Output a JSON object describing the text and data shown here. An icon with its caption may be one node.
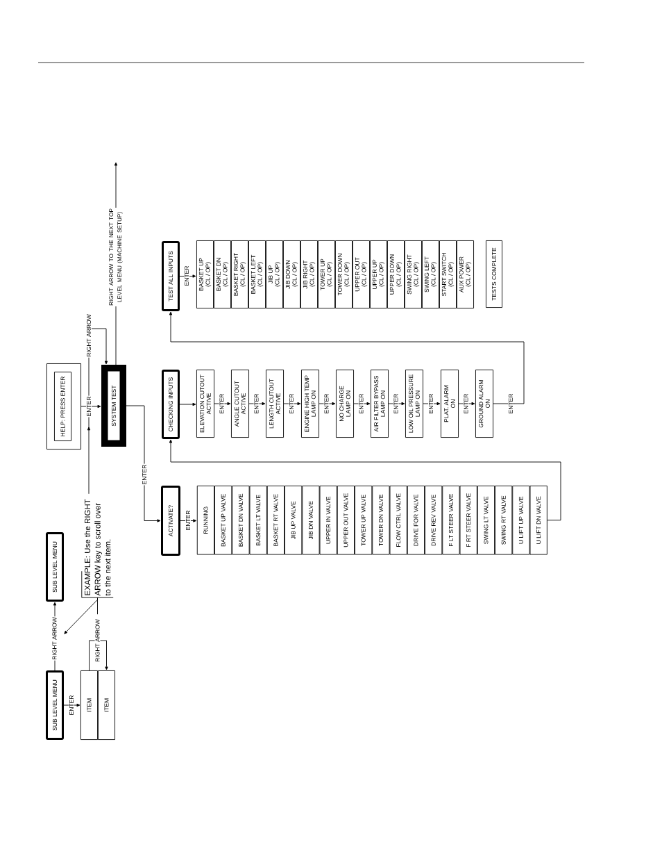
{
  "diagram": {
    "nodes": [
      {
        "text": [
          "SUB LEVEL MENU"
        ]
      },
      {
        "text": [
          "SUB LEVEL MENU"
        ]
      },
      {
        "text": [
          "ITEM"
        ]
      },
      {
        "text": [
          "ITEM"
        ]
      },
      {
        "text": [
          "EXAMPLE: Use the RIGHT ARROW key to scroll over to the next item."
        ]
      },
      {
        "text": [],
        "shape": "box"
      },
      {
        "text": [
          "HELP: PRESS ENTER"
        ],
        "in": 5
      },
      {
        "text": [
          "SYSTEM TEST"
        ]
      },
      {
        "text": [
          "ACTIVATE?"
        ]
      },
      {
        "text": [
          "RUNNING"
        ]
      },
      {
        "text": [
          "BASKET UP VALVE"
        ]
      },
      {
        "text": [
          "BASKET DN VALVE"
        ]
      },
      {
        "text": [
          "BASKET LT VALVE"
        ]
      },
      {
        "text": [
          "BASKET RT VALVE"
        ]
      },
      {
        "text": [
          "JIB UP VALVE"
        ]
      },
      {
        "text": [
          "JIB DN VALVE"
        ]
      },
      {
        "text": [
          "UPPER IN VALVE"
        ]
      },
      {
        "text": [
          "UPPER OUT VALVE"
        ]
      },
      {
        "text": [
          "TOWER UP VALVE"
        ]
      },
      {
        "text": [
          "TOWER DN VALVE"
        ]
      },
      {
        "text": [
          "FLOW CTRL VALVE"
        ]
      },
      {
        "text": [
          "DRIVE FOR VALVE"
        ]
      },
      {
        "text": [
          "DRIVE REV VALVE"
        ]
      },
      {
        "text": [
          "F LT STEER VALVE"
        ]
      },
      {
        "text": [
          "F RT STEER VALVE"
        ]
      },
      {
        "text": [
          "SWING LT VALVE"
        ]
      },
      {
        "text": [
          "SWING RT VALVE"
        ]
      },
      {
        "text": [
          "U LIFT UP VALVE"
        ]
      },
      {
        "text": [
          "U LIFT DN VALVE"
        ]
      },
      {
        "text": [
          "CHECKING INPUTS"
        ]
      },
      {
        "text": [
          "ELEVATION CUTOUT ACTIVE"
        ]
      },
      {
        "text": [
          "ANGLE CUTOUT ACTIVE"
        ]
      },
      {
        "text": [
          "LENGTH CUTOUT ACTIVE"
        ]
      },
      {
        "text": [
          "ENGINE HIGH TEMP LAMP ON"
        ]
      },
      {
        "text": [
          "NO CHARGE LAMP ON"
        ]
      },
      {
        "text": [
          "AIR FILTER BYPASS LAMP ON"
        ]
      },
      {
        "text": [
          "LOW OIL PRESSURE LAMP ON"
        ]
      },
      {
        "text": [
          "PLAT. ALARM ON"
        ]
      },
      {
        "text": [
          "GROUND ALARM ON"
        ]
      },
      {
        "text": [
          "TEST ALL INPUTS"
        ]
      },
      {
        "text": [
          "BASKET UP (CL / OP)"
        ]
      },
      {
        "text": [
          "BASKET DN (CL / OP)"
        ]
      },
      {
        "text": [
          "BASKET RIGHT (CL / OP)"
        ]
      },
      {
        "text": [
          "BASKET LEFT (CL / OP)"
        ]
      },
      {
        "text": [
          "JIB UP (CL / OP)"
        ]
      },
      {
        "text": [
          "JIB DOWN (CL / OP)"
        ]
      },
      {
        "text": [
          "JIB RIGHT (CL / OP)"
        ]
      },
      {
        "text": [
          "TOWER UP (CL / OP)"
        ]
      },
      {
        "text": [
          "TOWER DOWN (CL / OP)"
        ]
      },
      {
        "text": [
          "UPPER OUT (CL / OP)"
        ]
      },
      {
        "text": [
          "UPPER UP (CL / OP)"
        ]
      },
      {
        "text": [
          "UPPER DOWN (CL / OP)"
        ]
      },
      {
        "text": [
          "SWING RIGHT (CL / OP)"
        ]
      },
      {
        "text": [
          "SWING LEFT (CL / OP)"
        ]
      },
      {
        "text": [
          "START SWITCH (CL / OP)"
        ]
      },
      {
        "text": [
          "AUX POWER (CL / OP)"
        ]
      },
      {
        "text": [
          "TESTS COMPLETE"
        ]
      }
    ],
    "edges": [
      {
        "from": 0,
        "to": 1,
        "arrow": "to",
        "label": "RIGHT ARROW"
      },
      {
        "from": 0,
        "to": 2,
        "arrow": "to",
        "label": "ENTER"
      },
      {
        "from": 2,
        "to": 3,
        "arrow": "to",
        "label": "RIGHT ARROW"
      },
      {
        "from": 4,
        "to": null,
        "arrow": "to"
      },
      {
        "from": 4,
        "to": null,
        "arrow": "none"
      },
      {
        "from": 5,
        "to": 7,
        "arrow": "to",
        "label": "ENTER"
      },
      {
        "from": 4,
        "to": 7,
        "arrow": "to",
        "label": "RIGHT ARROW"
      },
      {
        "from": 7,
        "to": null,
        "arrow": "to",
        "label": "RIGHT ARROW TO THE NEXT TOP LEVEL MENU (MACHINE SETUP)"
      },
      {
        "from": 7,
        "to": 8,
        "arrow": "to",
        "label": "ENTER"
      },
      {
        "from": 8,
        "to": 9,
        "arrow": "to",
        "label": "ENTER"
      },
      {
        "from": 28,
        "to": 29,
        "arrow": "to"
      },
      {
        "from": 29,
        "to": 30,
        "arrow": "to"
      },
      {
        "from": 30,
        "to": 31,
        "arrow": "to",
        "label": "ENTER"
      },
      {
        "from": 31,
        "to": 32,
        "arrow": "to",
        "label": "ENTER"
      },
      {
        "from": 32,
        "to": 33,
        "arrow": "to",
        "label": "ENTER"
      },
      {
        "from": 33,
        "to": 34,
        "arrow": "to",
        "label": "ENTER"
      },
      {
        "from": 34,
        "to": 35,
        "arrow": "to",
        "label": "ENTER"
      },
      {
        "from": 35,
        "to": 36,
        "arrow": "to",
        "label": "ENTER"
      },
      {
        "from": 36,
        "to": 37,
        "arrow": "to",
        "label": "ENTER"
      },
      {
        "from": 37,
        "to": 38,
        "arrow": "to",
        "label": "ENTER"
      },
      {
        "from": 38,
        "to": 39,
        "arrow": "to",
        "label": "ENTER"
      },
      {
        "from": 39,
        "to": 40,
        "arrow": "to",
        "label": "ENTER"
      }
    ]
  }
}
